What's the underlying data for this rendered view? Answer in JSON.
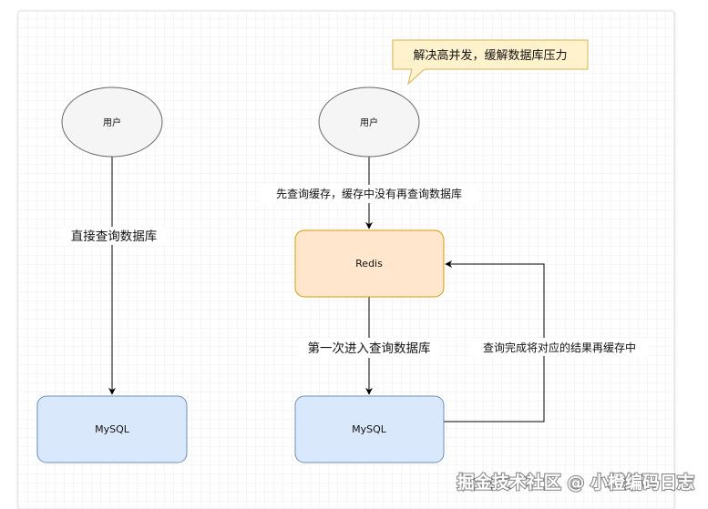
{
  "diagram": {
    "left": {
      "user_label": "用户",
      "edge_label": "直接查询数据库",
      "db_label": "MySQL"
    },
    "right": {
      "callout_text": "解决高并发，缓解数据库压力",
      "user_label": "用户",
      "edge_user_cache": "先查询缓存，缓存中没有再查询数据库",
      "cache_label": "Redis",
      "edge_cache_db": "第一次进入查询数据库",
      "db_label": "MySQL",
      "edge_db_cache": "查询完成将对应的结果再缓存中"
    }
  },
  "watermark": "掘金技术社区 @ 小橙编码日志",
  "colors": {
    "grid_line": "#e6e6e6",
    "ellipse_fill": "#f5f5f5",
    "ellipse_stroke": "#666666",
    "db_fill": "#dae8fc",
    "db_stroke": "#6c8ebf",
    "cache_fill": "#ffe6cc",
    "cache_stroke": "#d79b00",
    "callout_fill": "#fff2cc",
    "callout_stroke": "#d6b656",
    "edge": "#000000"
  }
}
